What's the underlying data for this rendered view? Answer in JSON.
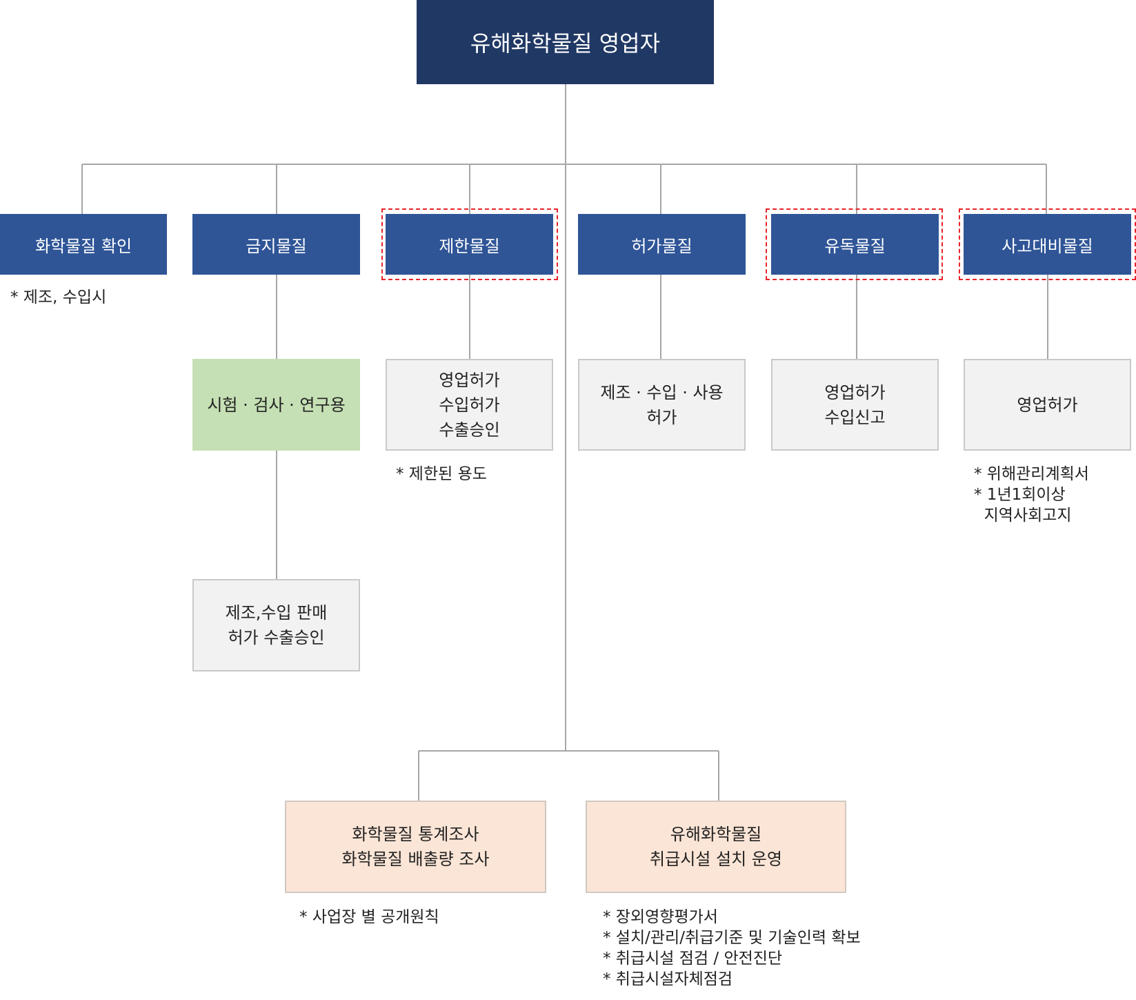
{
  "root": {
    "label": "유해화학물질 영업자"
  },
  "categories": [
    {
      "label": "화학물질 확인"
    },
    {
      "label": "금지물질"
    },
    {
      "label": "제한물질"
    },
    {
      "label": "허가물질"
    },
    {
      "label": "유독물질"
    },
    {
      "label": "사고대비물질"
    }
  ],
  "notes": {
    "check": "* 제조, 수입시",
    "restricted": "* 제한된 용도",
    "accident": [
      "* 위해관리계획서",
      "* 1년1회이상",
      "  지역사회고지"
    ],
    "stats": "* 사업장 별 공개원칙",
    "facility": [
      "* 장외영향평가서",
      "* 설치/관리/취급기준 및 기술인력 확보",
      "* 취급시설 점검 / 안전진단",
      "* 취급시설자체점검"
    ]
  },
  "boxes": {
    "prohibited_1": [
      "시험 · 검사 · 연구용"
    ],
    "prohibited_2": [
      "제조,수입 판매",
      "허가 수출승인"
    ],
    "restricted": [
      "영업허가",
      "수입허가",
      "수출승인"
    ],
    "permitted": [
      "제조 · 수입 · 사용",
      "허가"
    ],
    "toxic": [
      "영업허가",
      "수입신고"
    ],
    "accident": [
      "영업허가"
    ],
    "stats": [
      "화학물질 통계조사",
      "화학물질 배출량 조사"
    ],
    "facility": [
      "유해화학물질",
      "취급시설 설치 운영"
    ]
  },
  "colors": {
    "root_fill": "#203864",
    "category_fill": "#2f5597",
    "sub_fill": "#f2f2f2",
    "green_fill": "#c5e0b4",
    "peach_fill": "#fbe5d6",
    "connector": "#a6a6a6",
    "highlight_dash": "#e8232a"
  }
}
